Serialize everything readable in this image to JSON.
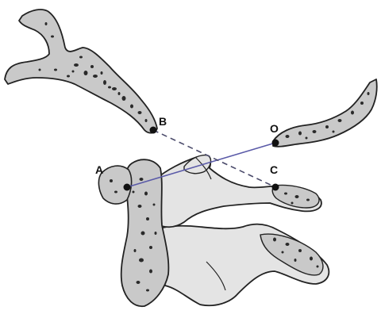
{
  "colors": {
    "bone_fill": "#c9c9c9",
    "bone_light": "#e4e4e4",
    "outline": "#222222",
    "solid_line": "#5a5aa8",
    "dashed_line": "#4a4a6a",
    "point": "#111111"
  },
  "points": {
    "A": {
      "label": "A"
    },
    "B": {
      "label": "B"
    },
    "C": {
      "label": "C"
    },
    "O": {
      "label": "O"
    }
  },
  "lines": [
    {
      "from": "A",
      "to": "O",
      "style": "solid"
    },
    {
      "from": "B",
      "to": "C",
      "style": "dashed"
    }
  ]
}
